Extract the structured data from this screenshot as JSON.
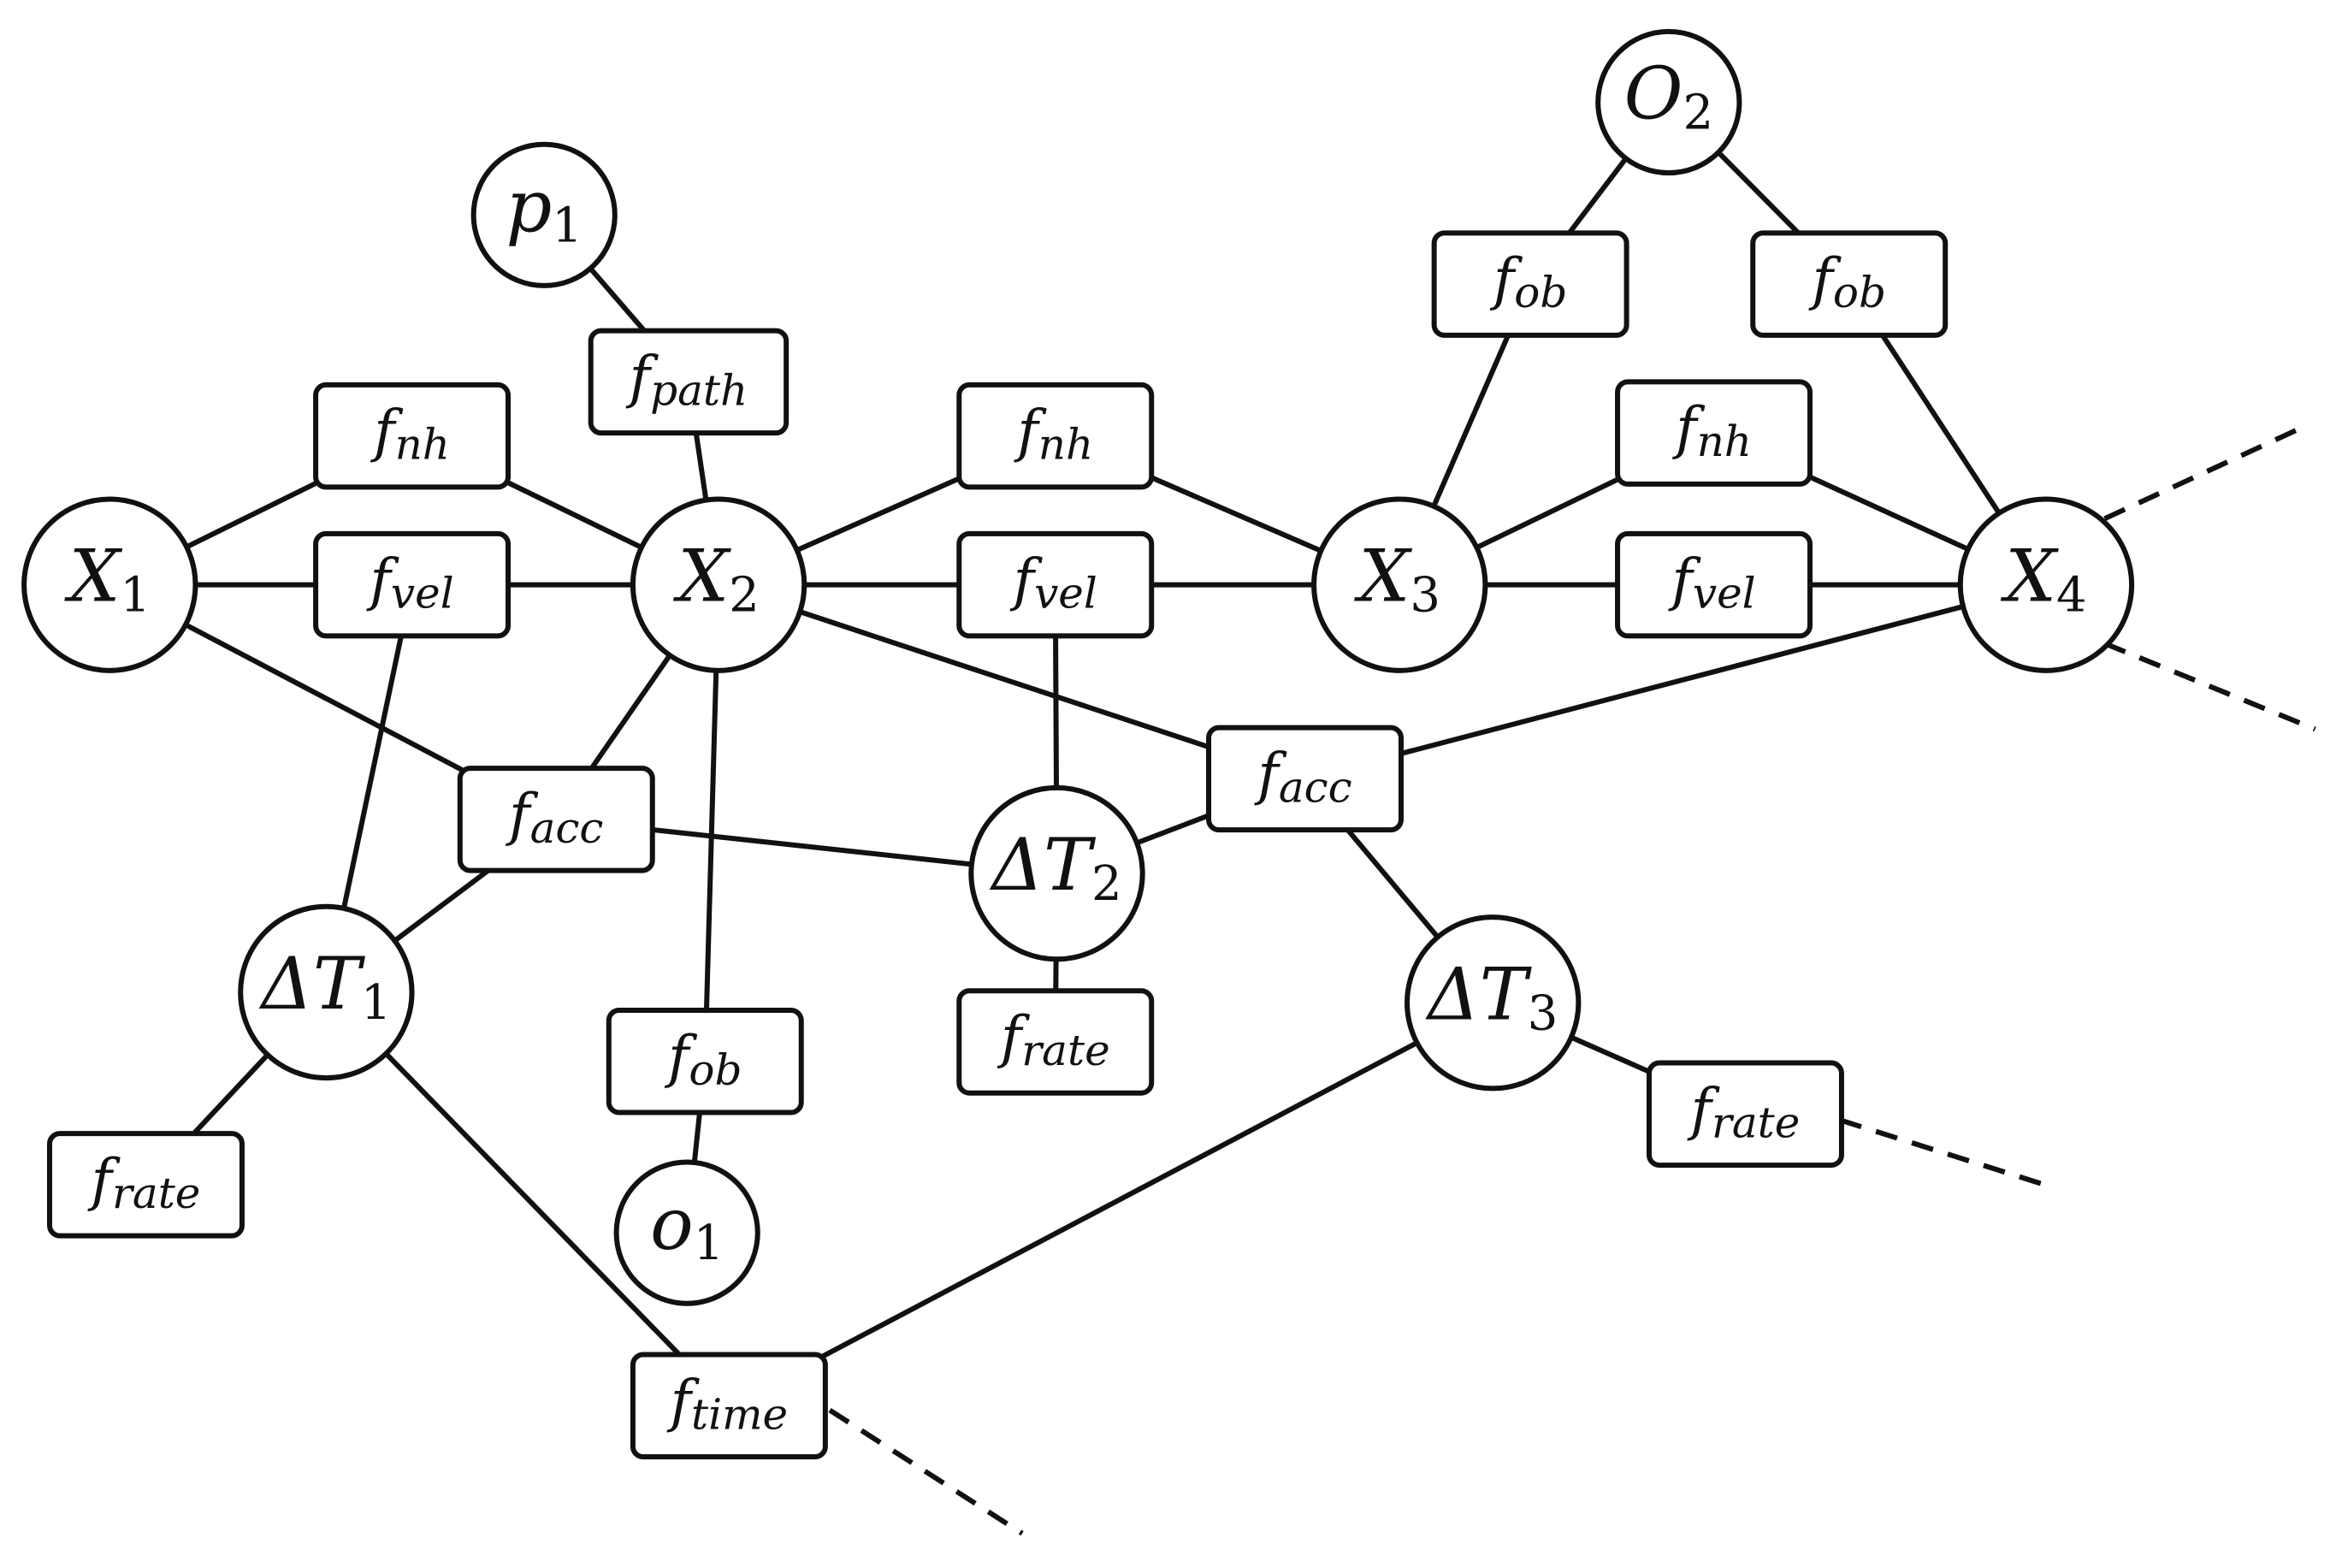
{
  "diagram": {
    "variable_nodes": [
      {
        "id": "X1",
        "base": "X",
        "sub": "1"
      },
      {
        "id": "X2",
        "base": "X",
        "sub": "2"
      },
      {
        "id": "X3",
        "base": "X",
        "sub": "3"
      },
      {
        "id": "X4",
        "base": "X",
        "sub": "4"
      },
      {
        "id": "p1",
        "base": "p",
        "sub": "1"
      },
      {
        "id": "o1",
        "base": "o",
        "sub": "1"
      },
      {
        "id": "O2",
        "base": "O",
        "sub": "2"
      },
      {
        "id": "dT1",
        "base": "ΔT",
        "sub": "1"
      },
      {
        "id": "dT2",
        "base": "ΔT",
        "sub": "2"
      },
      {
        "id": "dT3",
        "base": "ΔT",
        "sub": "3"
      }
    ],
    "factor_nodes": [
      {
        "id": "f_nh_12",
        "base": "f",
        "sub": "nh"
      },
      {
        "id": "f_vel_12",
        "base": "f",
        "sub": "vel"
      },
      {
        "id": "f_path",
        "base": "f",
        "sub": "path"
      },
      {
        "id": "f_nh_23",
        "base": "f",
        "sub": "nh"
      },
      {
        "id": "f_vel_23",
        "base": "f",
        "sub": "vel"
      },
      {
        "id": "f_nh_34",
        "base": "f",
        "sub": "nh"
      },
      {
        "id": "f_vel_34",
        "base": "f",
        "sub": "vel"
      },
      {
        "id": "f_ob_3",
        "base": "f",
        "sub": "ob"
      },
      {
        "id": "f_ob_4",
        "base": "f",
        "sub": "ob"
      },
      {
        "id": "f_acc_1",
        "base": "f",
        "sub": "acc"
      },
      {
        "id": "f_acc_2",
        "base": "f",
        "sub": "acc"
      },
      {
        "id": "f_ob_1",
        "base": "f",
        "sub": "ob"
      },
      {
        "id": "f_rate_1",
        "base": "f",
        "sub": "rate"
      },
      {
        "id": "f_rate_2",
        "base": "f",
        "sub": "rate"
      },
      {
        "id": "f_rate_3",
        "base": "f",
        "sub": "rate"
      },
      {
        "id": "f_time",
        "base": "f",
        "sub": "time"
      }
    ],
    "edges": [
      [
        "X1",
        "f_nh_12"
      ],
      [
        "f_nh_12",
        "X2"
      ],
      [
        "X1",
        "f_vel_12"
      ],
      [
        "f_vel_12",
        "X2"
      ],
      [
        "X1",
        "f_acc_1"
      ],
      [
        "p1",
        "f_path"
      ],
      [
        "f_path",
        "X2"
      ],
      [
        "X2",
        "f_nh_23"
      ],
      [
        "f_nh_23",
        "X3"
      ],
      [
        "X2",
        "f_vel_23"
      ],
      [
        "f_vel_23",
        "X3"
      ],
      [
        "X2",
        "f_acc_1"
      ],
      [
        "X2",
        "f_acc_2"
      ],
      [
        "X2",
        "f_ob_1"
      ],
      [
        "f_ob_1",
        "o1"
      ],
      [
        "X3",
        "f_nh_34"
      ],
      [
        "f_nh_34",
        "X4"
      ],
      [
        "X3",
        "f_vel_34"
      ],
      [
        "f_vel_34",
        "X4"
      ],
      [
        "O2",
        "f_ob_3"
      ],
      [
        "f_ob_3",
        "X3"
      ],
      [
        "O2",
        "f_ob_4"
      ],
      [
        "f_ob_4",
        "X4"
      ],
      [
        "X4",
        "f_acc_2"
      ],
      [
        "f_vel_12",
        "dT1"
      ],
      [
        "f_acc_1",
        "dT1"
      ],
      [
        "f_acc_1",
        "dT2"
      ],
      [
        "f_vel_23",
        "dT2"
      ],
      [
        "dT2",
        "f_acc_2"
      ],
      [
        "f_acc_2",
        "dT3"
      ],
      [
        "dT1",
        "f_rate_1"
      ],
      [
        "dT2",
        "f_rate_2"
      ],
      [
        "dT3",
        "f_rate_3"
      ],
      [
        "dT1",
        "f_time"
      ],
      [
        "dT3",
        "f_time"
      ]
    ],
    "dashed_continuations": [
      "X4",
      "X4",
      "f_rate_3",
      "f_time"
    ]
  }
}
